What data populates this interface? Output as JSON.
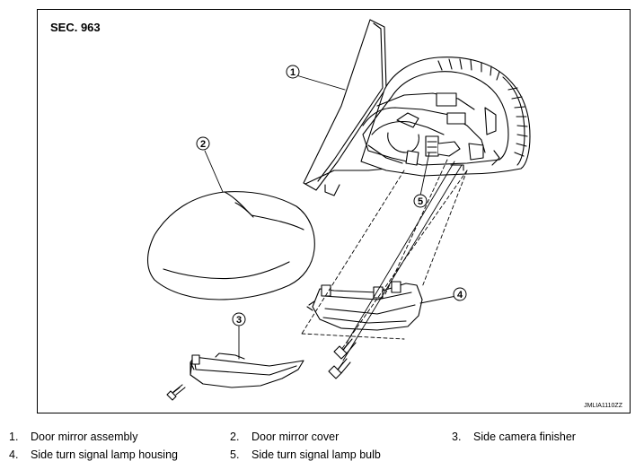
{
  "section_label": "SEC. 963",
  "figure_code": "JMLIA1110ZZ",
  "callouts": [
    {
      "id": "1",
      "text": "1"
    },
    {
      "id": "2",
      "text": "2"
    },
    {
      "id": "3",
      "text": "3"
    },
    {
      "id": "4",
      "text": "4"
    },
    {
      "id": "5",
      "text": "5"
    }
  ],
  "legend": [
    {
      "num": "1.",
      "label": "Door mirror assembly"
    },
    {
      "num": "2.",
      "label": "Door mirror cover"
    },
    {
      "num": "3.",
      "label": "Side camera finisher"
    },
    {
      "num": "4.",
      "label": "Side turn signal lamp housing"
    },
    {
      "num": "5.",
      "label": "Side turn signal lamp bulb"
    }
  ]
}
